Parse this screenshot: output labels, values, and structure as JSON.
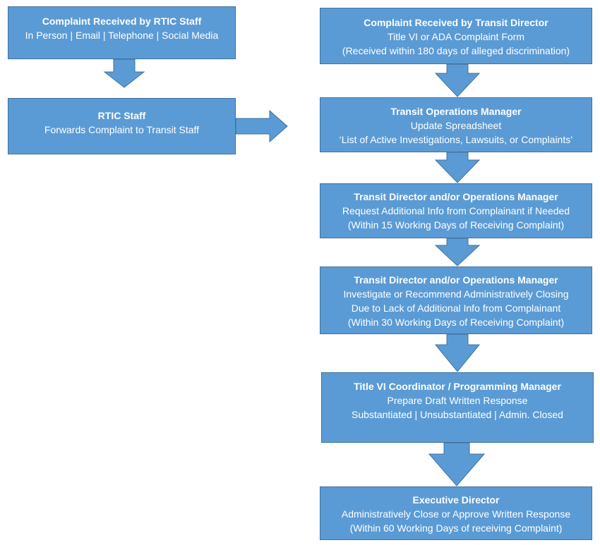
{
  "flowchart": {
    "rtic_received": {
      "title": "Complaint Received by RTIC Staff",
      "lines": [
        "In Person | Email | Telephone | Social Media"
      ]
    },
    "rtic_staff": {
      "title": "RTIC Staff",
      "lines": [
        "Forwards Complaint to Transit Staff"
      ]
    },
    "director_received": {
      "title": "Complaint Received by Transit Director",
      "lines": [
        "Title VI or ADA Complaint Form",
        "(Received within 180 days of alleged discrimination)"
      ]
    },
    "ops_manager": {
      "title": "Transit Operations Manager",
      "lines": [
        "Update Spreadsheet",
        "‘List of Active Investigations, Lawsuits, or Complaints’"
      ]
    },
    "request_info": {
      "title": "Transit Director and/or Operations Manager",
      "lines": [
        "Request Additional Info from Complainant if Needed",
        "(Within 15 Working Days of Receiving Complaint)"
      ]
    },
    "investigate": {
      "title": "Transit Director and/or Operations Manager",
      "lines": [
        "Investigate or Recommend Administratively Closing",
        "Due to Lack of Additional Info from Complainant",
        "(Within 30 Working Days of Receiving Complaint)"
      ]
    },
    "draft_response": {
      "title": "Title VI Coordinator / Programming Manager",
      "lines": [
        "Prepare Draft Written Response",
        "Substantiated | Unsubstantiated | Admin. Closed"
      ]
    },
    "executive": {
      "title": "Executive Director",
      "lines": [
        "Administratively Close or Approve Written Response",
        "(Within 60 Working Days of receiving Complaint)"
      ]
    }
  }
}
